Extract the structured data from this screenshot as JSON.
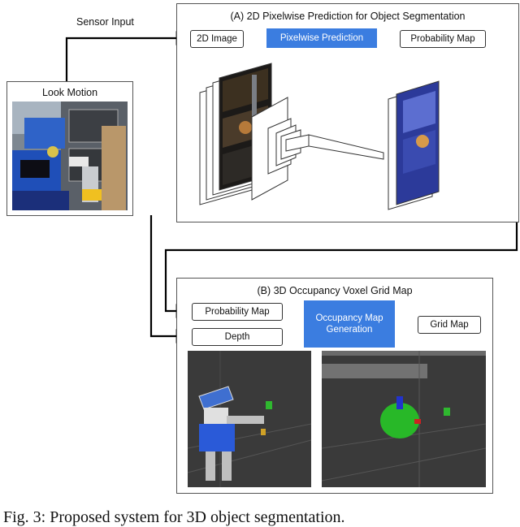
{
  "sensor_input_label": "Sensor Input",
  "look_motion": {
    "title": "Look Motion"
  },
  "panel_a": {
    "title": "(A) 2D Pixelwise Prediction for Object Segmentation",
    "image_box": "2D Image",
    "prediction_box": "Pixelwise Prediction",
    "output_box": "Probability Map"
  },
  "panel_b": {
    "title": "(B) 3D Occupancy Voxel Grid Map",
    "prob_box": "Probability Map",
    "depth_box": "Depth",
    "occupancy_box_line1": "Occupancy Map",
    "occupancy_box_line2": "Generation",
    "grid_box": "Grid Map"
  },
  "caption": "Fig. 3: Proposed system for 3D object segmentation.",
  "colors": {
    "accent_blue": "#3b7de0",
    "wire": "#000000"
  }
}
